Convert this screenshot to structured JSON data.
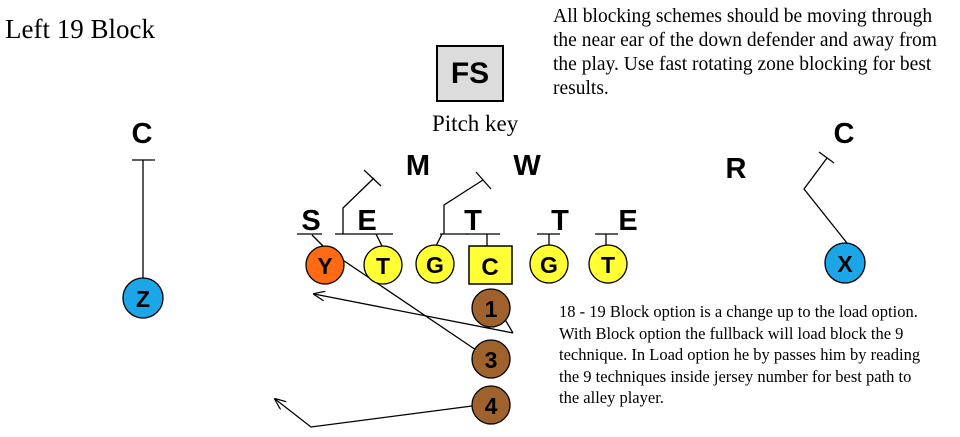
{
  "title": "Left 19 Block",
  "note_top": "All blocking schemes should be moving through the near ear of the down defender and away from the play.  Use fast rotating zone blocking for best results.",
  "note_bottom": "18 - 19 Block option is a change up to the load option.  With Block option the fullback will load block the 9 technique.  In Load option he by passes him by reading the 9 techniques inside jersey number for best path to the alley player.",
  "pitch_key": "Pitch key",
  "defense": {
    "fs": "FS",
    "c_left": "C",
    "c_right": "C",
    "m": "M",
    "w": "W",
    "r": "R",
    "s": "S",
    "e_left": "E",
    "t_left": "T",
    "t_right": "T",
    "e_right": "E"
  },
  "offense": {
    "y": "Y",
    "t_left": "T",
    "g_left": "G",
    "c": "C",
    "g_right": "G",
    "t_right": "T",
    "x": "X",
    "z": "Z",
    "b1": "1",
    "b3": "3",
    "b4": "4"
  },
  "colors": {
    "yellow": "#ffff33",
    "orange": "#ff6a13",
    "blue": "#1aa6e8",
    "brown": "#a0622d",
    "fs_fill": "#dcdcdc"
  }
}
